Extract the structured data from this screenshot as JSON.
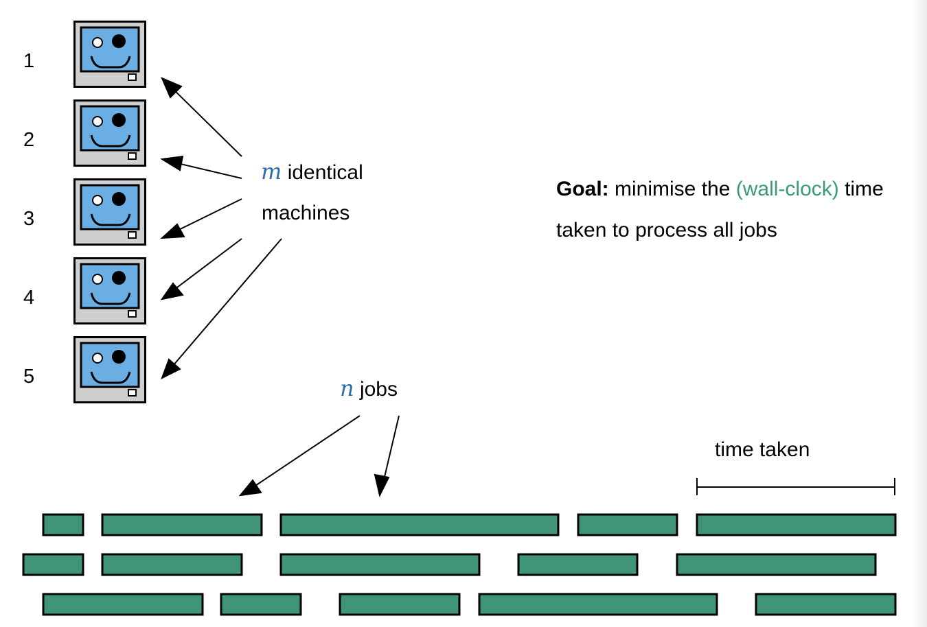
{
  "machines": {
    "count": 5,
    "numbers": [
      "1",
      "2",
      "3",
      "4",
      "5"
    ],
    "label_var": "m",
    "label_line1": "identical",
    "label_line2": "machines",
    "icon": "computer-monitor-face-icon"
  },
  "jobs": {
    "label_var": "n",
    "label_text": "jobs",
    "rows": 3,
    "icon": "job-bar"
  },
  "goal": {
    "bold": "Goal:",
    "text_before": "minimise the",
    "highlight": "(wall-clock)",
    "text_after": "time",
    "line2": "taken to process all jobs"
  },
  "time_taken_label": "time taken",
  "colors": {
    "job_fill": "#409479",
    "screen_fill": "#6aaee3",
    "case_fill": "#cfcfcf",
    "math_var": "#2d6fab",
    "highlight": "#3a9a7a"
  }
}
